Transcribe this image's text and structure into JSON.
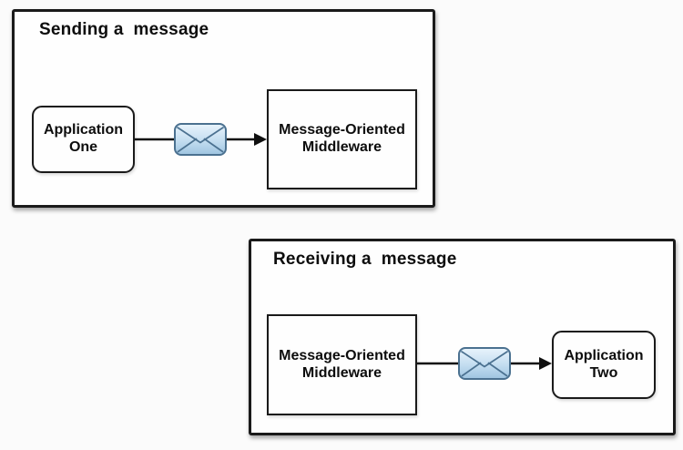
{
  "diagram": {
    "panels": [
      {
        "id": "sending",
        "title": "Sending a  message",
        "source_label": "Application One",
        "target_label": "Message-Oriented Middleware"
      },
      {
        "id": "receiving",
        "title": "Receiving a  message",
        "source_label": "Message-Oriented Middleware",
        "target_label": "Application Two"
      }
    ]
  },
  "icons": {
    "envelope": "✉"
  },
  "colors": {
    "background": "#fbfbfb",
    "panel_background": "#fefefe",
    "panel_border": "#1a1a1a",
    "box_border": "#1a1a1a",
    "text": "#0d0d0d",
    "arrow": "#101010",
    "envelope_stroke": "#4b7190",
    "envelope_fill_light": "#e9f4fc",
    "envelope_fill_mid": "#c3ddf0",
    "envelope_fill_dark": "#9ec4e0"
  }
}
